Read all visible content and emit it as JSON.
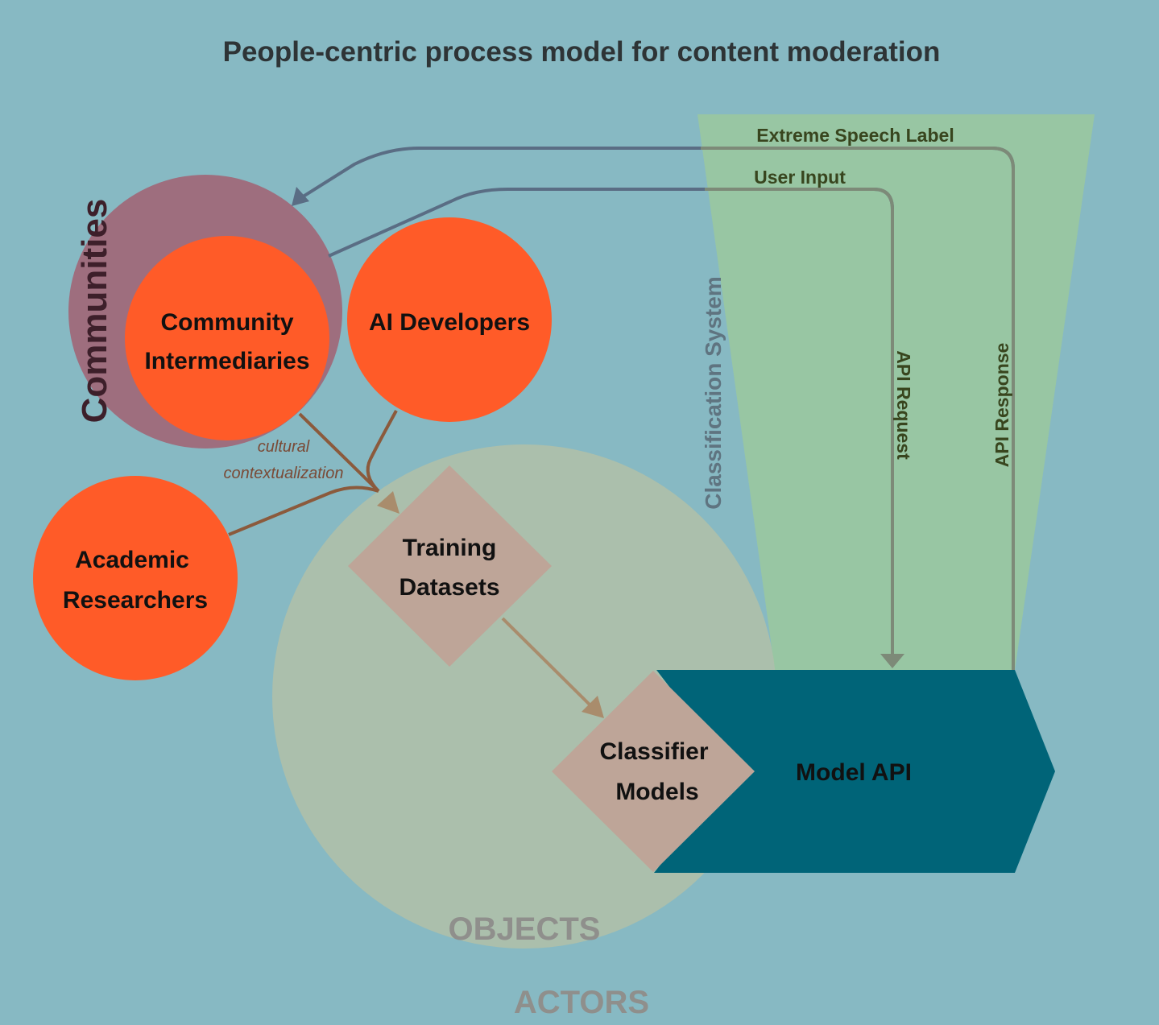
{
  "title": "People-centric process model for content moderation",
  "colors": {
    "background": "#87b9c3",
    "title_text": "#2e3436",
    "communities_circle": "#9e6e7e",
    "actor_circle": "#ff5b28",
    "objects_circle": "#b5c0a5",
    "diamond": "#bea598",
    "classification_funnel": "#98c6a3",
    "model_api": "#006478",
    "arrow_brown": "#8b5a3c",
    "arrow_tan": "#a98c6c",
    "arrow_slate": "#5a6d84",
    "arrow_grey_green": "#7d8a78",
    "label_dark_green": "#38451e"
  },
  "groups": {
    "communities": "Communities",
    "objects": "OBJECTS",
    "actors": "ACTORS",
    "classification_system": "Classification System"
  },
  "actors": {
    "community_intermediaries": {
      "line1": "Community",
      "line2": "Intermediaries"
    },
    "ai_developers": {
      "line1": "AI Developers"
    },
    "academic_researchers": {
      "line1": "Academic",
      "line2": "Researchers"
    }
  },
  "objects": {
    "training_datasets": {
      "line1": "Training",
      "line2": "Datasets"
    },
    "classifier_models": {
      "line1": "Classifier",
      "line2": "Models"
    },
    "model_api": "Model API"
  },
  "edges": {
    "cultural_contextualization": {
      "line1": "cultural",
      "line2": "contextualization"
    },
    "extreme_speech_label": "Extreme Speech Label",
    "user_input": "User Input",
    "api_request": "API Request",
    "api_response": "API Response"
  }
}
